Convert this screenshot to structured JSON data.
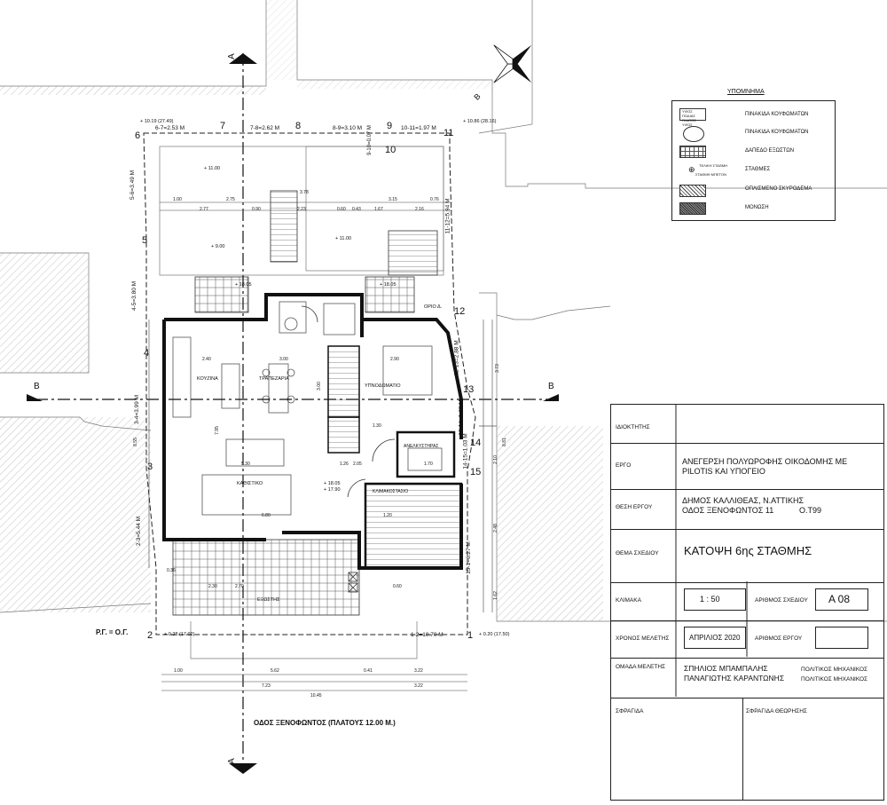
{
  "plan": {
    "section_a": "A",
    "section_b": "B",
    "north_label": "B",
    "road_label": "ΟΔΟΣ ΞΕΝΟΦΩΝΤΟΣ (ΠΛΑΤΟΥΣ 12.00 Μ.)",
    "rg_label": "Ρ.Γ. = Ο.Γ.",
    "vertices": [
      "1",
      "2",
      "3",
      "4",
      "5",
      "6",
      "7",
      "8",
      "9",
      "10",
      "11",
      "12",
      "13",
      "14",
      "15"
    ],
    "edges": [
      "6-7=2.53 M",
      "7-8=2.62 M",
      "8-9=3.10 M",
      "9-10=0.07 M",
      "10-11=1.97 M",
      "5-6=3.49 M",
      "4-5=3.80 M",
      "3-4=3.99 M",
      "2-3=5.44 M",
      "1-2=10.70 M",
      "11-12=5.94 M",
      "12-13=2.88 M",
      "13-14=1.63 M",
      "14-15=1.03 M",
      "15-1=6.27 M"
    ],
    "levels": [
      "+ 10.19 (27.49)",
      "+ 10.86 (28.16)",
      "+ 0.28 (17.02)",
      "+ 0.20 (17.50)",
      "+ 11.00",
      "+ 9.00",
      "+ 11.00",
      "+ 18.05",
      "+ 18.05",
      "+ 18.05",
      "+ 17.90"
    ],
    "rooms": [
      "ΚΟΥΖΙΝΑ",
      "ΤΡΑΠΕΖΑΡΙΑ",
      "ΥΠΝΟΔΩΜΑΤΙΟ",
      "ΚΑΘΙΣΤΙΚΟ",
      "ΑΝΕΛΚΥΣΤΗΡΑΣ",
      "ΚΛΙΜΑΚΟΣΤΑΣΙΟ",
      "ΕΞΩΣΤΗΣ",
      "ΟΡΙΟ Δ."
    ],
    "dims_top1": [
      "1.00",
      "2.75",
      "3.78",
      "3.15",
      "0.76"
    ],
    "dims_top2": [
      "2.77",
      "0.90",
      "2.23",
      "0.60",
      "0.43",
      "1.67",
      "2.16"
    ],
    "dims_bot": [
      "1.00",
      "5.62",
      "0.41",
      "3.22",
      "7.23",
      "3.22",
      "10.45"
    ],
    "dims_right": [
      "3.73",
      "8.81",
      "2.10",
      "2.48",
      "1.62",
      "8.55"
    ],
    "dims_inner": [
      "2.40",
      "3.00",
      "2.90",
      "1.30",
      "1.26",
      "2.05",
      "1.70",
      "5.30",
      "6.80",
      "2.70",
      "0.60",
      "2.30",
      "0.36",
      "7.95",
      "3.00",
      "1.20"
    ]
  },
  "legend": {
    "title": "ΥΠΟΜΝΗΜΑ",
    "items": [
      "ΠΙΝΑΚΙΔΑ ΚΟΥΦΩΜΑΤΩΝ",
      "ΠΙΝΑΚΙΔΑ ΚΟΥΦΩΜΑΤΩΝ",
      "ΔΑΠΕΔΟ ΕΞΩΣΤΩΝ",
      "ΣΤΑΘΜΕΣ",
      "ΟΠΛΙΣΜΕΝΟ ΣΚΥΡΟΔΕΜΑ",
      "ΜΟΝΩΣΗ"
    ],
    "sym_labels": [
      "ΥΨΟΣ ΠΟΔΙΑΣ",
      "ΠΛΑΤΟΣ ΥΨΟΣ",
      "ΤΕΛΙΚΗ ΣΤΑΘΜΗ",
      "ΣΤΑΘΜΗ ΜΠΕΤΟΝ"
    ]
  },
  "titleblock": {
    "owner_label": "ΙΔΙΟΚΤΗΤΗΣ",
    "project_label": "ΕΡΓΟ",
    "project_value": "ΑΝΕΓΕΡΣΗ ΠΟΛΥΩΡΟΦΗΣ ΟΙΚΟΔΟΜΗΣ ΜΕ PILOTIS ΚΑΙ ΥΠΟΓΕΙΟ",
    "location_label": "ΘΕΣΗ ΕΡΓΟΥ",
    "location_line1": "ΔΗΜΟΣ ΚΑΛΛΙΘΕΑΣ, Ν.ΑΤΤΙΚΗΣ",
    "location_line2": "ΟΔΟΣ ΞΕΝΟΦΩΝΤΟΣ 11",
    "location_block": "Ο.Τ99",
    "subject_label": "ΘΕΜΑ ΣΧΕΔΙΟΥ",
    "subject_value": "ΚΑΤΟΨΗ 6ης ΣΤΑΘΜΗΣ",
    "scale_label": "ΚΛΙΜΑΚΑ",
    "scale_value": "1 : 50",
    "drawing_no_label": "ΑΡΙΘΜΟΣ ΣΧΕΔΙΟΥ",
    "drawing_no_value": "Α 08",
    "date_label": "ΧΡΟΝΟΣ ΜΕΛΕΤΗΣ",
    "date_value": "ΑΠΡΙΛΙΟΣ 2020",
    "project_no_label": "ΑΡΙΘΜΟΣ ΕΡΓΟΥ",
    "team_label": "ΟΜΑΔΑ ΜΕΛΕΤΗΣ",
    "team_names": [
      "ΣΠΗΛΙΟΣ ΜΠΑΜΠΑΛΗΣ",
      "ΠΑΝΑΓΙΩΤΗΣ ΚΑΡΑΝΤΩΝΗΣ"
    ],
    "team_roles": [
      "ΠΟΛΙΤΙΚΟΣ ΜΗΧΑΝΙΚΟΣ",
      "ΠΟΛΙΤΙΚΟΣ ΜΗΧΑΝΙΚΟΣ"
    ],
    "stamp_label": "ΣΦΡΑΓΙΔΑ",
    "stamp_approval_label": "ΣΦΡΑΓΙΔΑ ΘΕΩΡΗΣΗΣ"
  }
}
